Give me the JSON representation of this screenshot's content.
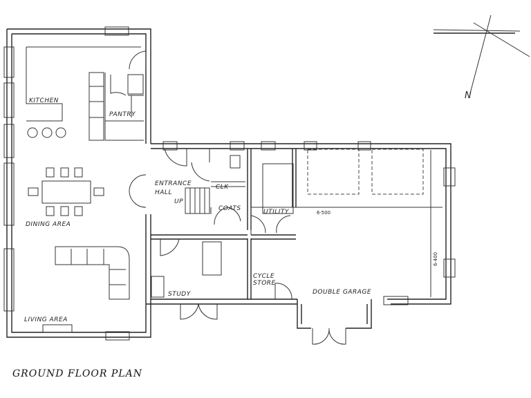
{
  "drawing": {
    "title": "GROUND FLOOR PLAN",
    "north_label": "N",
    "rooms": {
      "kitchen": "KITCHEN",
      "pantry": "PANTRY",
      "dining": "DINING AREA",
      "living": "LIVING AREA",
      "entrance": "ENTRANCE",
      "hall": "HALL",
      "up": "UP",
      "clk": "CLK",
      "coats": "COATS",
      "utility": "UTILITY",
      "study": "STUDY",
      "cycle": "CYCLE",
      "store": "STORE",
      "garage": "DOUBLE GARAGE"
    },
    "dimensions": {
      "garage_width": "6·500",
      "garage_depth": "6·400"
    },
    "colors": {
      "ink": "#222222",
      "paper": "#ffffff"
    }
  }
}
